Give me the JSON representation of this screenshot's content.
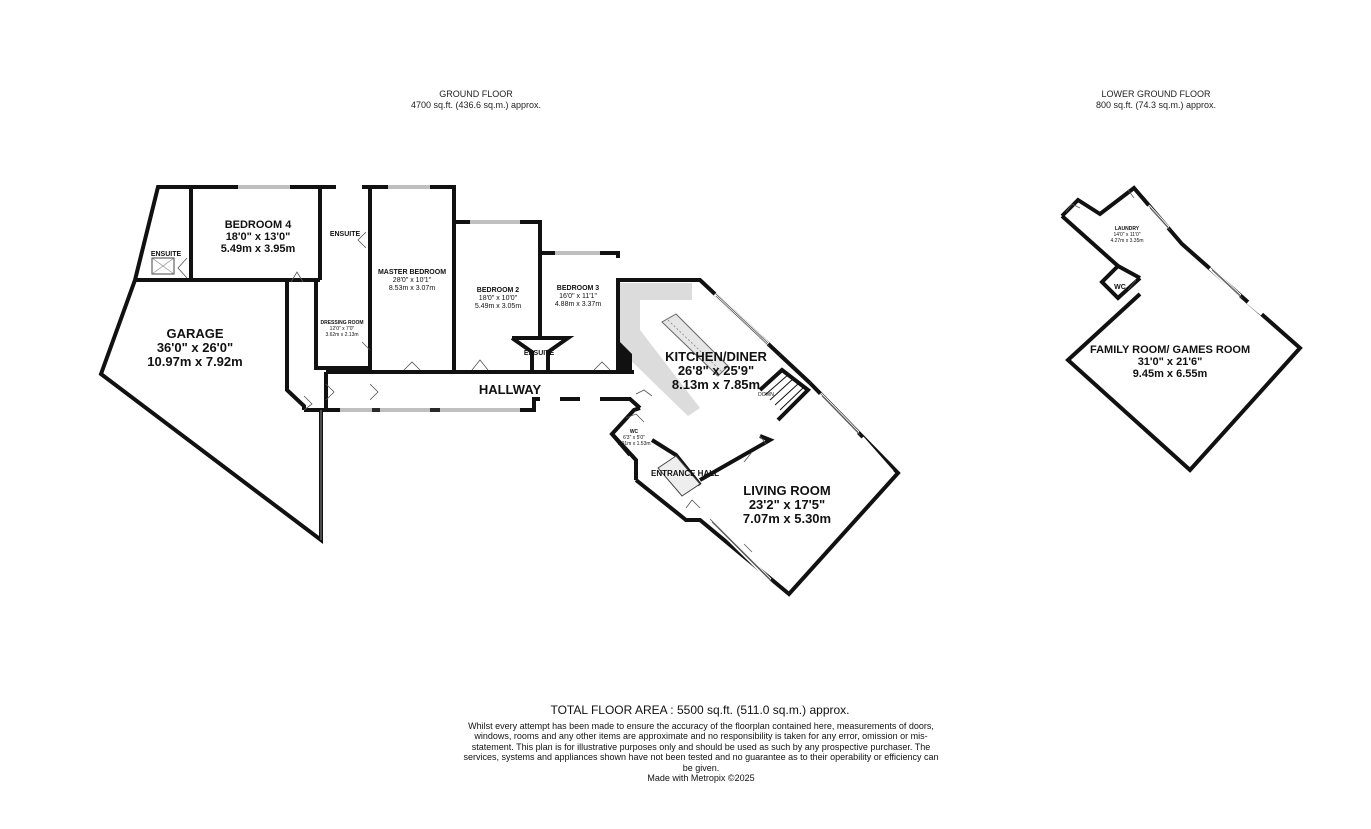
{
  "headers": {
    "ground_title": "GROUND FLOOR",
    "ground_area": "4700 sq.ft. (436.6 sq.m.) approx.",
    "lower_title": "LOWER GROUND FLOOR",
    "lower_area": "800 sq.ft. (74.3 sq.m.) approx."
  },
  "rooms": {
    "bedroom4": {
      "name": "BEDROOM 4",
      "imperial": "18'0\" x 13'0\"",
      "metric": "5.49m x 3.95m"
    },
    "ensuite1": {
      "name": "ENSUITE"
    },
    "ensuite2": {
      "name": "ENSUITE"
    },
    "ensuite3": {
      "name": "ENSUITE"
    },
    "garage": {
      "name": "GARAGE",
      "imperial": "36'0\" x 26'0\"",
      "metric": "10.97m x 7.92m"
    },
    "master": {
      "name": "MASTER BEDROOM",
      "imperial": "28'0\" x 10'1\"",
      "metric": "8.53m x 3.07m"
    },
    "dressing": {
      "name": "DRESSING ROOM",
      "imperial": "12'0\" x 7'0\"",
      "metric": "3.62m x 2.13m"
    },
    "bedroom2": {
      "name": "BEDROOM 2",
      "imperial": "18'0\" x 10'0\"",
      "metric": "5.49m x 3.05m"
    },
    "bedroom3": {
      "name": "BEDROOM 3",
      "imperial": "16'0\" x 11'1\"",
      "metric": "4.88m x 3.37m"
    },
    "kitchen": {
      "name": "KITCHEN/DINER",
      "imperial": "26'8\" x 25'9\"",
      "metric": "8.13m x 7.85m"
    },
    "hallway": {
      "name": "HALLWAY"
    },
    "wc1": {
      "name": "WC",
      "imperial": "6'3\" x 5'0\"",
      "metric": "1.91m x 1.53m"
    },
    "entrance": {
      "name": "ENTRANCE HALL"
    },
    "living": {
      "name": "LIVING ROOM",
      "imperial": "23'2\" x 17'5\"",
      "metric": "7.07m x 5.30m"
    },
    "laundry": {
      "name": "LAUNDRY",
      "imperial": "14'0\" x 11'0\"",
      "metric": "4.27m x 3.35m"
    },
    "wc2": {
      "name": "WC"
    },
    "family": {
      "name": "FAMILY ROOM/ GAMES ROOM",
      "imperial": "31'0\" x 21'6\"",
      "metric": "9.45m x 6.55m"
    },
    "down_label": "DOWN"
  },
  "footer": {
    "total": "TOTAL FLOOR AREA : 5500 sq.ft. (511.0 sq.m.) approx.",
    "disclaimer": "Whilst every attempt has been made to ensure the accuracy of the floorplan contained here, measurements of doors, windows, rooms and any other items are approximate and no responsibility is taken for any error, omission or mis-statement. This plan is for illustrative purposes only and should be used as such by any prospective purchaser. The services, systems and appliances shown have not been tested and no guarantee as to their operability or efficiency can be given.",
    "credit": "Made with Metropix ©2025"
  }
}
